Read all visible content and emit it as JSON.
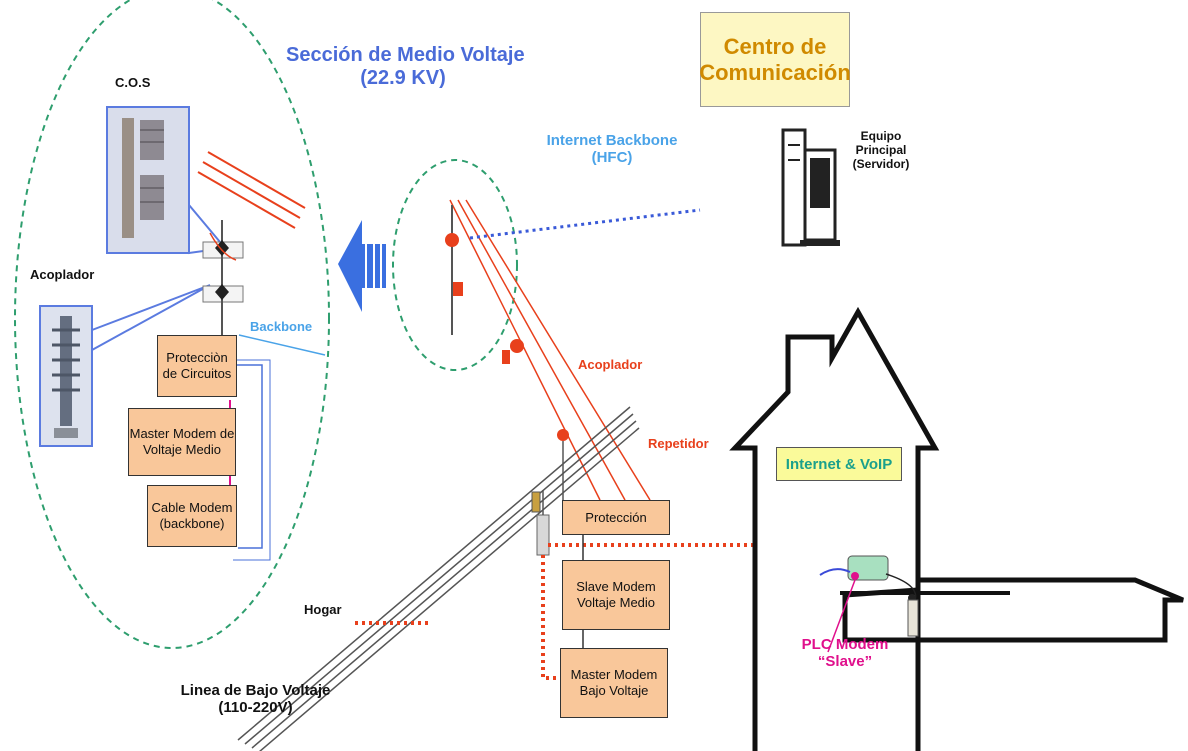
{
  "labels": {
    "cos": "C.O.S",
    "acoplador_left": "Acoplador",
    "seccion_line1": "Sección de Medio Voltaje",
    "seccion_line2": "(22.9 KV)",
    "centro_line1": "Centro de",
    "centro_line2": "Comunicación",
    "internet_backbone_line1": "Internet Backbone",
    "internet_backbone_line2": "(HFC)",
    "equipo_line1": "Equipo",
    "equipo_line2": "Principal",
    "equipo_line3": "(Servidor)",
    "backbone": "Backbone",
    "acoplador_right": "Acoplador",
    "repetidor": "Repetidor",
    "internet_voip": "Internet & VoIP",
    "hogar": "Hogar",
    "linea_line1": "Linea de Bajo Voltaje",
    "linea_line2": "(110-220V)",
    "plc_line1": "PLC Modem",
    "plc_line2": "“Slave”"
  },
  "boxes": {
    "proteccion_circuitos_l1": "Protecciòn",
    "proteccion_circuitos_l2": "de Circuitos",
    "master_mv_l1": "Master Modem de",
    "master_mv_l2": "Voltaje Medio",
    "cable_modem_l1": "Cable Modem",
    "cable_modem_l2": "(backbone)",
    "proteccion": "Protección",
    "slave_mv_l1": "Slave Modem",
    "slave_mv_l2": "Voltaje Medio",
    "master_bv_l1": "Master Modem",
    "master_bv_l2": "Bajo Voltaje"
  },
  "colors": {
    "section_title": "#4a6bd8",
    "backbone_blue": "#4aa3e8",
    "power_red": "#e8401c",
    "box_fill": "#f9c79a",
    "circle_dash": "#2e9e6e",
    "title_box_fill": "#fdf7c3",
    "title_text": "#d08a00",
    "internet_box_fill": "#fafa9a",
    "internet_box_text": "#1aa08c",
    "plc_text": "#e0108c"
  },
  "icons": [
    "server-icon",
    "arrow-left-icon",
    "cutout-device-icon",
    "insulator-icon",
    "house-icon",
    "plc-modem-icon"
  ]
}
